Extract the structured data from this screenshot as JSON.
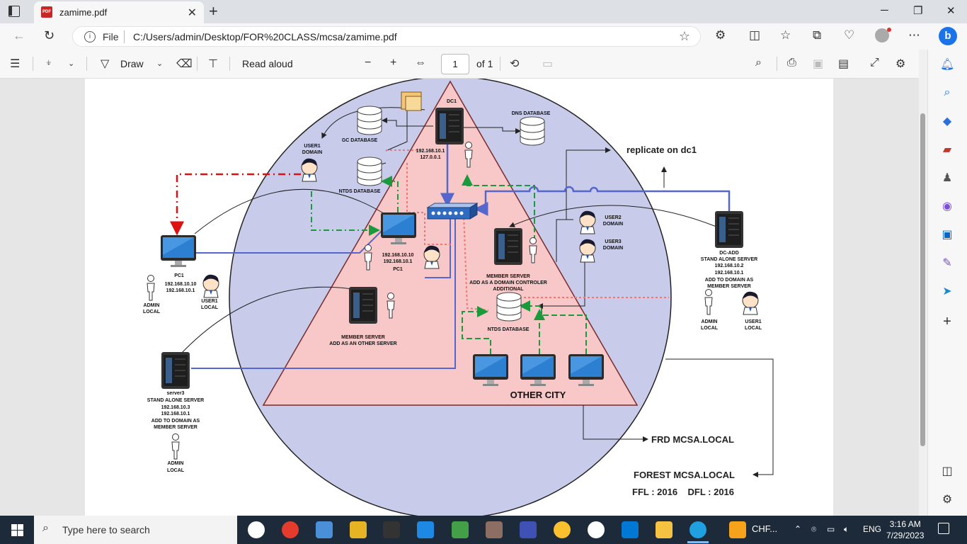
{
  "browser": {
    "tab_title": "zamime.pdf",
    "favicon_text": "PDF",
    "url_scheme_label": "File",
    "url": "C:/Users/admin/Desktop/FOR%20CLASS/mcsa/zamime.pdf"
  },
  "pdf_toolbar": {
    "draw_label": "Draw",
    "read_aloud_label": "Read aloud",
    "page_number": "1",
    "page_total": "of 1"
  },
  "diagram": {
    "dc1": {
      "label": "DC1",
      "ip1": "192.168.10.1",
      "ip2": "127.0.0.1"
    },
    "dns_db": "DNS DATABASE",
    "gc_db": "GC DATABASE",
    "ntds_db_top": "NTDS DATABASE",
    "ntds_db_bottom": "NTDS DATABASE",
    "user1_domain": {
      "line1": "USER1",
      "line2": "DOMAIN"
    },
    "user2_domain": {
      "line1": "USER2",
      "line2": "DOMAIN"
    },
    "user3_domain": {
      "line1": "USER3",
      "line2": "DOMAIN"
    },
    "replicate": "replicate on dc1",
    "pc1_left": {
      "label": "PC1",
      "ip1": "192.168.10.10",
      "ip2": "192.168.10.1"
    },
    "pc1_center": {
      "ip1": "192.168.10.10",
      "ip2": "192.168.10.1",
      "label": "PC1"
    },
    "admin_local_label": {
      "line1": "ADMIN",
      "line2": "LOCAL"
    },
    "user1_local_label": {
      "line1": "USER1",
      "line2": "LOCAL"
    },
    "member_server_dc": {
      "line1": "MEMBER SERVER",
      "line2": "ADD AS A DOMAIN CONTROLER",
      "line3": "ADDITIONAL"
    },
    "member_server_other": {
      "line1": "MEMBER SERVER",
      "line2": "ADD AS AN OTHER SERVER"
    },
    "dc_add": {
      "line1": "DC-ADD",
      "line2": "STAND ALONE SERVER",
      "line3": "192.168.10.2",
      "line4": "192.168.10.1",
      "line5": "ADD TO DOMAIN AS",
      "line6": "MEMBER SERVER"
    },
    "server3": {
      "line1": "server3",
      "line2": "STAND ALONE SERVER",
      "line3": "192.168.10.3",
      "line4": "192.168.10.1",
      "line5": "ADD TO DOMAIN AS",
      "line6": "MEMBER SERVER"
    },
    "other_city": "OTHER CITY",
    "frd": "FRD MCSA.LOCAL",
    "forest": "FOREST MCSA.LOCAL",
    "levels": "FFL : 2016    DFL : 2016"
  },
  "taskbar": {
    "search_placeholder": "Type here to search",
    "chf_label": "CHF...",
    "lang": "ENG",
    "time": "3:16 AM",
    "date": "7/29/2023"
  }
}
